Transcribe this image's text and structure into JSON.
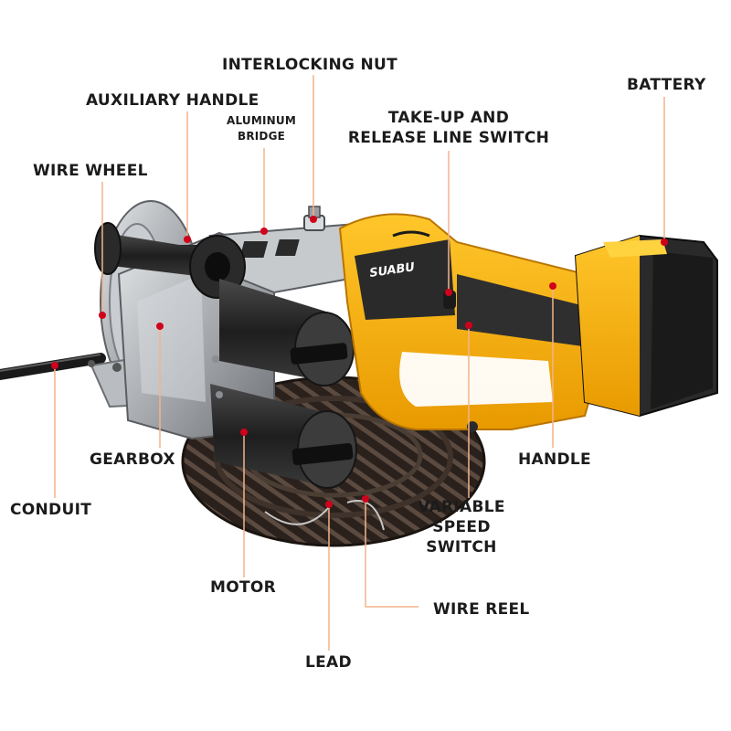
{
  "colors": {
    "leader": "#f2b48a",
    "dot": "#d0021b",
    "body_yellow": "#f5a900",
    "body_dark": "#2a2a2a",
    "metal": "#a9acb0"
  },
  "brand_logo": "SUABU",
  "labels": {
    "interlocking_nut": "INTERLOCKING NUT",
    "battery": "BATTERY",
    "auxiliary_handle": "AUXILIARY HANDLE",
    "aluminum_bridge": [
      "ALUMINUM",
      "BRIDGE"
    ],
    "takeup_switch": [
      "TAKE-UP AND",
      "RELEASE LINE SWITCH"
    ],
    "wire_wheel": "WIRE WHEEL",
    "gearbox": "GEARBOX",
    "handle": "HANDLE",
    "conduit": "CONDUIT",
    "variable_speed": [
      "VARIABLE",
      "SPEED",
      "SWITCH"
    ],
    "motor": "MOTOR",
    "wire_reel": "WIRE REEL",
    "lead": "LEAD"
  }
}
